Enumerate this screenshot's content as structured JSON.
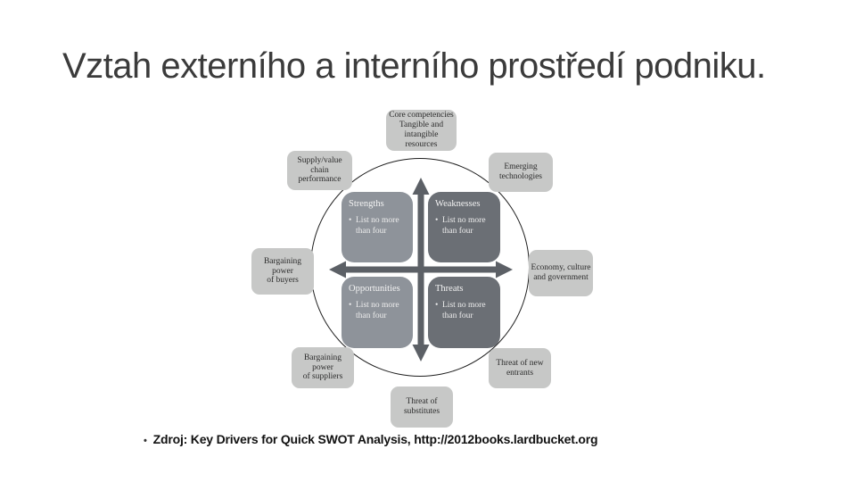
{
  "slide": {
    "title": "Vztah externího a interního prostředí podniku.",
    "source": {
      "bullet": "•",
      "text": "Zdroj: Key Drivers for Quick SWOT Analysis, http://2012books.lardbucket.org"
    }
  },
  "diagram": {
    "bullet_char": "•",
    "quadrants": [
      {
        "name": "strengths",
        "title": "Strengths",
        "item": "List no more than four"
      },
      {
        "name": "weaknesses",
        "title": "Weaknesses",
        "item": "List no more than four"
      },
      {
        "name": "opportunities",
        "title": "Opportunities",
        "item": "List no more than four"
      },
      {
        "name": "threats",
        "title": "Threats",
        "item": "List no more than four"
      }
    ],
    "outer_boxes": [
      {
        "name": "core-competencies",
        "label": "Core competencies\nTangible and\nintangible\nresources"
      },
      {
        "name": "supply-value-chain",
        "label": "Supply/value chain\nperformance"
      },
      {
        "name": "emerging-technologies",
        "label": "Emerging\ntechnologies"
      },
      {
        "name": "bargaining-power-of-buyers",
        "label": "Bargaining power\nof buyers"
      },
      {
        "name": "economy-culture-government",
        "label": "Economy, culture\nand government"
      },
      {
        "name": "bargaining-power-of-suppliers",
        "label": "Bargaining power\nof suppliers"
      },
      {
        "name": "threat-of-new-entrants",
        "label": "Threat of new\nentrants"
      },
      {
        "name": "threat-of-substitutes",
        "label": "Threat of\nsubstitutes"
      }
    ],
    "colors": {
      "outer_box_bg": "#c7c8c7",
      "quadrant_light": "#8e939a",
      "quadrant_dark": "#6b6f75",
      "arrow": "#5c6066",
      "circle_stroke": "#1e1e1e",
      "title_text": "#3b3b3b"
    }
  }
}
